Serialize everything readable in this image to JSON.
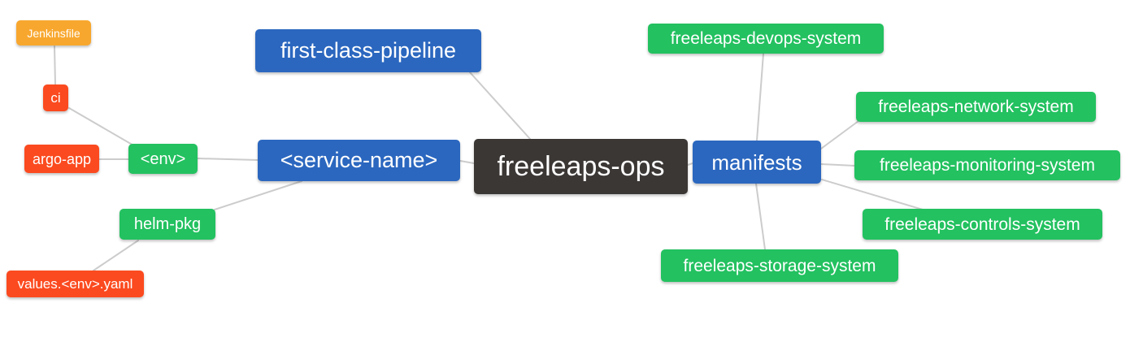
{
  "colors": {
    "root_node": "#3b3735",
    "primary_node": "#2b67bf",
    "system_node": "#23c160",
    "artifact_node": "#fb4a1f",
    "file_node": "#f8a72e",
    "connector_line": "#cccccc",
    "node_text": "#ffffff",
    "canvas_background": "#ffffff"
  },
  "mindmap": {
    "nodes": [
      {
        "id": "freeleaps-ops",
        "label": "freeleaps-ops",
        "role": "root_node"
      },
      {
        "id": "first-class-pipeline",
        "label": "first-class-pipeline",
        "role": "primary_node"
      },
      {
        "id": "service-name",
        "label": "<service-name>",
        "role": "primary_node"
      },
      {
        "id": "manifests",
        "label": "manifests",
        "role": "primary_node"
      },
      {
        "id": "env",
        "label": "<env>",
        "role": "system_node"
      },
      {
        "id": "helm-pkg",
        "label": "helm-pkg",
        "role": "system_node"
      },
      {
        "id": "ci",
        "label": "ci",
        "role": "artifact_node"
      },
      {
        "id": "argo-app",
        "label": "argo-app",
        "role": "artifact_node"
      },
      {
        "id": "values-env-yaml",
        "label": "values.<env>.yaml",
        "role": "artifact_node"
      },
      {
        "id": "jenkinsfile",
        "label": "Jenkinsfile",
        "role": "file_node"
      },
      {
        "id": "freeleaps-devops-system",
        "label": "freeleaps-devops-system",
        "role": "system_node"
      },
      {
        "id": "freeleaps-network-system",
        "label": "freeleaps-network-system",
        "role": "system_node"
      },
      {
        "id": "freeleaps-monitoring-system",
        "label": "freeleaps-monitoring-system",
        "role": "system_node"
      },
      {
        "id": "freeleaps-controls-system",
        "label": "freeleaps-controls-system",
        "role": "system_node"
      },
      {
        "id": "freeleaps-storage-system",
        "label": "freeleaps-storage-system",
        "role": "system_node"
      }
    ],
    "edges": [
      {
        "from": "jenkinsfile",
        "to": "ci"
      },
      {
        "from": "ci",
        "to": "env"
      },
      {
        "from": "argo-app",
        "to": "env"
      },
      {
        "from": "env",
        "to": "service-name"
      },
      {
        "from": "helm-pkg",
        "to": "service-name"
      },
      {
        "from": "values-env-yaml",
        "to": "helm-pkg"
      },
      {
        "from": "first-class-pipeline",
        "to": "freeleaps-ops"
      },
      {
        "from": "service-name",
        "to": "freeleaps-ops"
      },
      {
        "from": "freeleaps-ops",
        "to": "manifests"
      },
      {
        "from": "manifests",
        "to": "freeleaps-devops-system"
      },
      {
        "from": "manifests",
        "to": "freeleaps-network-system"
      },
      {
        "from": "manifests",
        "to": "freeleaps-monitoring-system"
      },
      {
        "from": "manifests",
        "to": "freeleaps-controls-system"
      },
      {
        "from": "manifests",
        "to": "freeleaps-storage-system"
      }
    ]
  }
}
